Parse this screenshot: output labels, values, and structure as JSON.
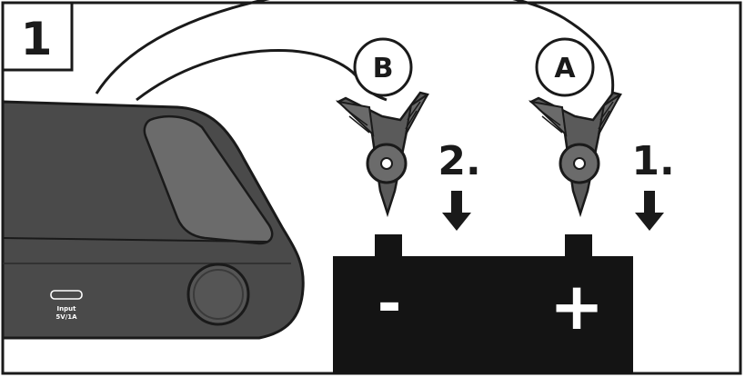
{
  "figure": {
    "panel_number": "1",
    "clamp_b_label": "B",
    "clamp_a_label": "A",
    "step_2_label": "2.",
    "step_1_label": "1.",
    "negative_symbol": "-",
    "positive_symbol": "+",
    "port_label_line1": "Input",
    "port_label_line2": "5V/1A"
  },
  "colors": {
    "outline": "#1a1a1a",
    "device_body": "#4a4a4a",
    "device_top": "#6b6b6b",
    "clamp_body": "#5a5a5a",
    "battery": "#141414",
    "background": "#ffffff"
  },
  "icons": {
    "arrow": "down-arrow-icon",
    "port": "usb-port-icon",
    "button": "power-button-icon"
  }
}
